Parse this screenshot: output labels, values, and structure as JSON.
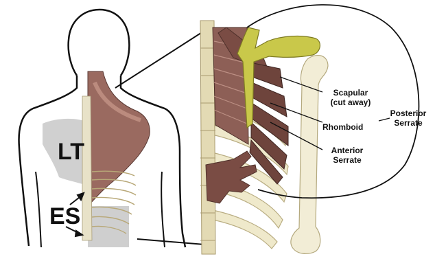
{
  "figure": {
    "labels": {
      "lt": "LT",
      "es": "ES",
      "scapular": "Scapular\n(cut away)",
      "rhomboid": "Rhomboid",
      "anterior_serrate": "Anterior\nSerrate",
      "posterior_serrate": "Posterior\nSerrate"
    },
    "colors": {
      "outline": "#111111",
      "muscle": "#8a5a50",
      "muscle_dark": "#5a3a34",
      "bone": "#ece6c4",
      "scapula": "#c8c844",
      "latissimus_shade": "#cfcfcf"
    }
  }
}
